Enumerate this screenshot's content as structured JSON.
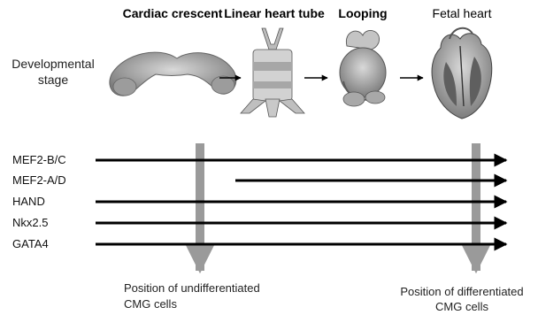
{
  "stages": [
    {
      "label": "Cardiac crescent"
    },
    {
      "label": "Linear heart tube"
    },
    {
      "label": "Looping"
    },
    {
      "label": "Fetal heart"
    }
  ],
  "row_header": {
    "line1": "Developmental",
    "line2": "stage"
  },
  "genes": [
    {
      "label": "MEF2-B/C"
    },
    {
      "label": "MEF2-A/D"
    },
    {
      "label": "HAND"
    },
    {
      "label": "Nkx2.5"
    },
    {
      "label": "GATA4"
    }
  ],
  "markers": {
    "undifferentiated": {
      "line1": "Position of undifferentiated",
      "line2": "CMG cells"
    },
    "differentiated": {
      "line1": "Position of differentiated",
      "line2": "CMG cells"
    }
  },
  "colors": {
    "arrow": "#000000",
    "marker": "#9a9a9a",
    "tissue": "#8e8e8e",
    "tissue_light": "#c8c8c8"
  }
}
